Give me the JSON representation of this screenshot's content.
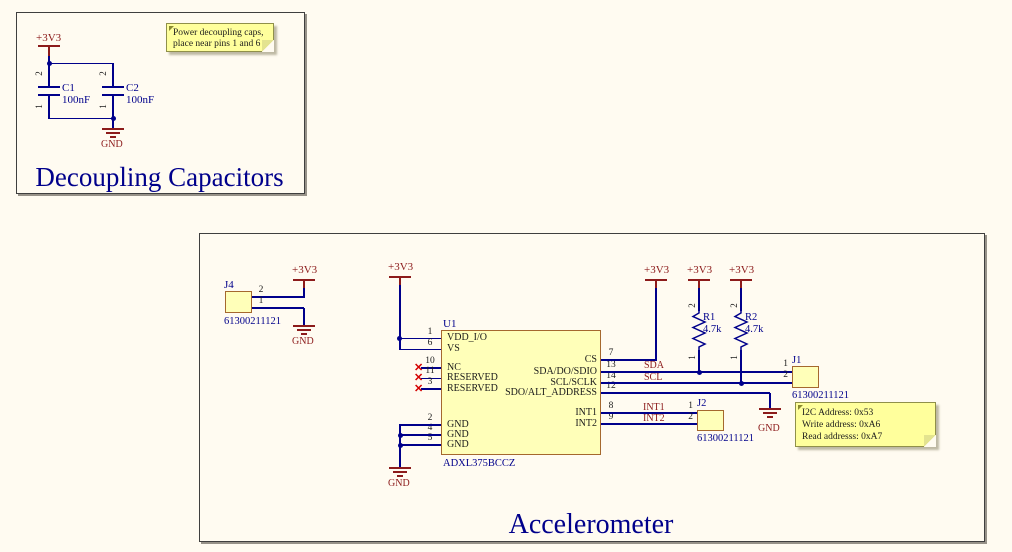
{
  "labels": {
    "power_3v3": "+3V3",
    "gnd": "GND"
  },
  "icons": {
    "no_connect": "✕"
  },
  "decoupling": {
    "title": "Decoupling Capacitors",
    "note": {
      "line1": "Power decoupling caps,",
      "line2": "place near pins 1 and 6"
    },
    "c1": {
      "ref": "C1",
      "value": "100nF",
      "pin_top": "2",
      "pin_bottom": "1"
    },
    "c2": {
      "ref": "C2",
      "value": "100nF",
      "pin_top": "2",
      "pin_bottom": "1"
    }
  },
  "accelerometer": {
    "title": "Accelerometer",
    "j4": {
      "ref": "J4",
      "part": "61300211121",
      "pin1": "1",
      "pin2": "2"
    },
    "u1": {
      "ref": "U1",
      "part": "ADXL375BCCZ",
      "left_pins": [
        {
          "num": "1",
          "name": "VDD_I/O"
        },
        {
          "num": "6",
          "name": "VS"
        },
        {
          "num": "10",
          "name": "NC"
        },
        {
          "num": "11",
          "name": "RESERVED"
        },
        {
          "num": "3",
          "name": "RESERVED"
        },
        {
          "num": "2",
          "name": "GND"
        },
        {
          "num": "4",
          "name": "GND"
        },
        {
          "num": "5",
          "name": "GND"
        }
      ],
      "right_pins": [
        {
          "num": "7",
          "name": "CS"
        },
        {
          "num": "13",
          "name": "SDA/DO/SDIO"
        },
        {
          "num": "14",
          "name": "SCL/SCLK"
        },
        {
          "num": "12",
          "name": "SDO/ALT_ADDRESS"
        },
        {
          "num": "8",
          "name": "INT1"
        },
        {
          "num": "9",
          "name": "INT2"
        }
      ]
    },
    "r1": {
      "ref": "R1",
      "value": "4.7k",
      "pin_top": "2",
      "pin_bottom": "1"
    },
    "r2": {
      "ref": "R2",
      "value": "4.7k",
      "pin_top": "2",
      "pin_bottom": "1"
    },
    "nets": {
      "sda": "SDA",
      "scl": "SCL",
      "int1": "INT1",
      "int2": "INT2"
    },
    "j1": {
      "ref": "J1",
      "part": "61300211121",
      "pin1": "1",
      "pin2": "2"
    },
    "j2": {
      "ref": "J2",
      "part": "61300211121",
      "pin1": "1",
      "pin2": "2"
    },
    "note": {
      "line1": "I2C Address: 0x53",
      "line2": "Write address: 0xA6",
      "line3": "Read addresss: 0xA7"
    }
  }
}
